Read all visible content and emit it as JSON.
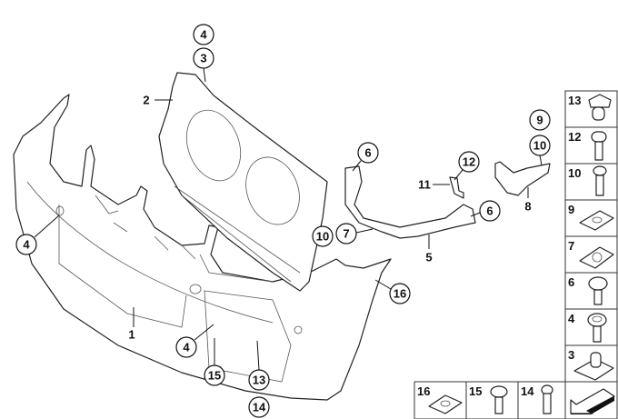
{
  "diagram": {
    "title": "Front bumper trim panel parts diagram",
    "callouts": [
      {
        "id": "c4a",
        "label": "4"
      },
      {
        "id": "c3",
        "label": "3"
      },
      {
        "id": "c2",
        "label": "2"
      },
      {
        "id": "c4b",
        "label": "4"
      },
      {
        "id": "c1",
        "label": "1"
      },
      {
        "id": "c4c",
        "label": "4"
      },
      {
        "id": "c15",
        "label": "15"
      },
      {
        "id": "c13",
        "label": "13"
      },
      {
        "id": "c14",
        "label": "14"
      },
      {
        "id": "c16",
        "label": "16"
      },
      {
        "id": "c6a",
        "label": "6"
      },
      {
        "id": "c12",
        "label": "12"
      },
      {
        "id": "c11",
        "label": "11"
      },
      {
        "id": "c9",
        "label": "9"
      },
      {
        "id": "c10a",
        "label": "10"
      },
      {
        "id": "c8",
        "label": "8"
      },
      {
        "id": "c6b",
        "label": "6"
      },
      {
        "id": "c10b",
        "label": "10"
      },
      {
        "id": "c7",
        "label": "7"
      },
      {
        "id": "c5",
        "label": "5"
      }
    ],
    "fastener_column": [
      {
        "label": "13",
        "icon": "clip-nut-icon"
      },
      {
        "label": "12",
        "icon": "bolt-icon"
      },
      {
        "label": "10",
        "icon": "screw-icon"
      },
      {
        "label": "9",
        "icon": "spring-nut-icon"
      },
      {
        "label": "7",
        "icon": "clip-icon"
      },
      {
        "label": "6",
        "icon": "collar-screw-icon"
      },
      {
        "label": "4",
        "icon": "washer-screw-icon"
      },
      {
        "label": "3",
        "icon": "cage-nut-icon"
      }
    ],
    "fastener_row": [
      {
        "label": "16",
        "icon": "spring-nut-icon"
      },
      {
        "label": "15",
        "icon": "collar-screw-icon"
      },
      {
        "label": "14",
        "icon": "screw-icon"
      }
    ]
  }
}
